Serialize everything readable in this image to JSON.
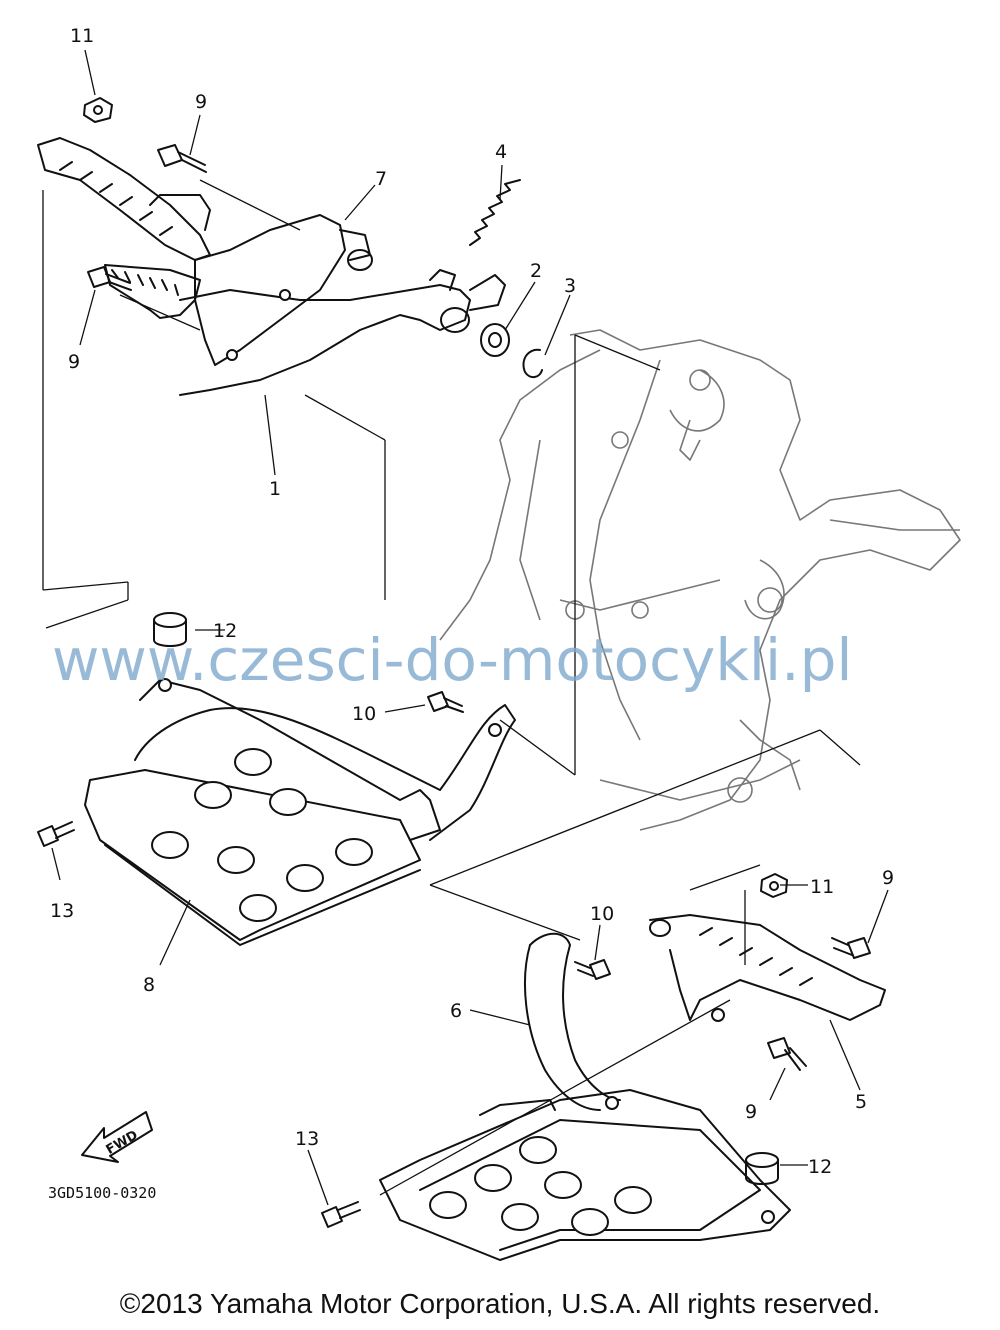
{
  "diagram": {
    "watermark": "www.czesci-do-motocykli.pl",
    "copyright": "©2013 Yamaha Motor Corporation, U.S.A. All rights reserved.",
    "drawing_code": "3GD5100-0320",
    "fwd_arrow_label": "FWD",
    "callouts": {
      "c1": "1",
      "c2": "2",
      "c3": "3",
      "c4": "4",
      "c5": "5",
      "c6": "6",
      "c7": "7",
      "c8": "8",
      "c9a": "9",
      "c9b": "9",
      "c9c": "9",
      "c9d": "9",
      "c10a": "10",
      "c10b": "10",
      "c11a": "11",
      "c11b": "11",
      "c12a": "12",
      "c12b": "12",
      "c13a": "13",
      "c13b": "13"
    }
  }
}
